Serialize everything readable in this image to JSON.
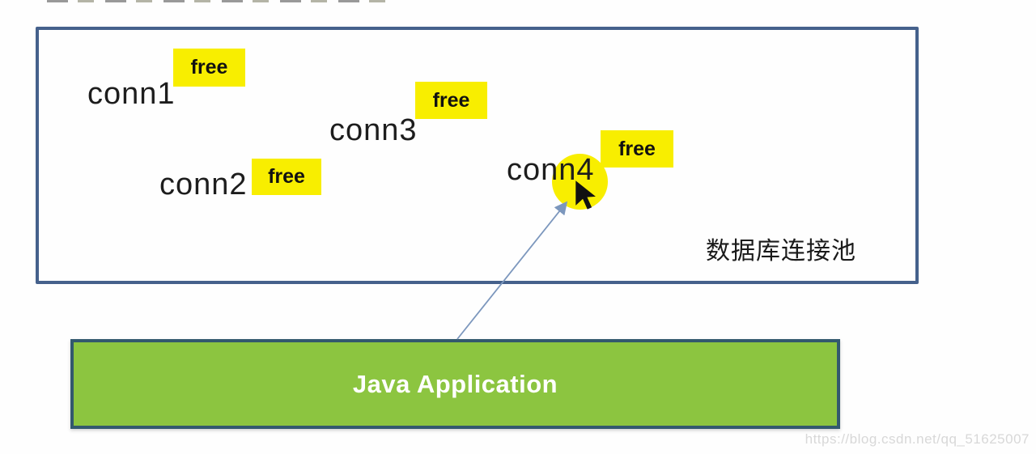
{
  "pool": {
    "label": "数据库连接池",
    "connections": [
      {
        "name": "conn1",
        "status": "free",
        "highlighted": false
      },
      {
        "name": "conn2",
        "status": "free",
        "highlighted": false
      },
      {
        "name": "conn3",
        "status": "free",
        "highlighted": false
      },
      {
        "name": "conn4",
        "status": "free",
        "highlighted": true
      }
    ]
  },
  "application": {
    "label": "Java Application"
  },
  "watermark": {
    "text": "https://blog.csdn.net/qq_51625007"
  },
  "colors": {
    "pool_border": "#45618c",
    "highlight_yellow": "#f8ee00",
    "app_fill": "#8cc540",
    "app_border": "#33596e",
    "arrow_line": "#7c97bd",
    "label_text": "#1d1d1d",
    "watermark_text": "#d8d8d8"
  }
}
